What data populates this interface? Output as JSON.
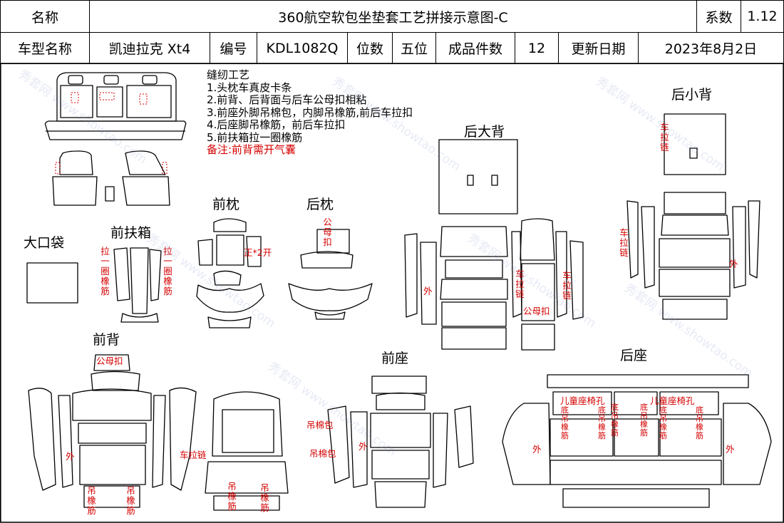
{
  "header": {
    "name_label": "名称",
    "title": "360航空软包坐垫套工艺拼接示意图-C",
    "coef_label": "系数",
    "coef_value": "1.12",
    "model_label": "车型名称",
    "model_value": "凯迪拉克 Xt4",
    "code_label": "编号",
    "code_value": "KDL1082Q",
    "seats_label": "位数",
    "seats_value": "五位",
    "pieces_label": "成品件数",
    "pieces_value": "12",
    "date_label": "更新日期",
    "date_value": "2023年8月2日"
  },
  "notes": {
    "title": "缝纫工艺",
    "items": [
      "1.头枕车真皮卡条",
      "2.前背、后背面与后车公母扣相粘",
      "3.前座外脚吊棉包，内脚吊橡筋,前后车拉扣",
      "4.后座脚吊橡筋，前后车拉扣",
      "5.前扶箱拉一圈橡筋"
    ],
    "remark": "备注:前背需开气囊"
  },
  "sections": {
    "big_pocket": "大口袋",
    "front_armrest": "前扶箱",
    "front_headrest": "前枕",
    "rear_headrest": "后枕",
    "rear_big_back": "后大背",
    "rear_small_back": "后小背",
    "front_back": "前背",
    "front_seat": "前座",
    "rear_seat": "后座"
  },
  "annotations": {
    "pull_elastic": "拉一圈橡筋",
    "zheng_2kai": "正*2开",
    "male_female_v": "公母扣",
    "outer": "外",
    "zipper_v": "车拉链",
    "male_female": "公母扣",
    "zipper_h": "车拉链",
    "hang_elastic": "吊橡筋",
    "hang_cotton": "吊棉包",
    "child_seat_hole": "儿童座椅孔",
    "bottom_elastic": "底吊橡筋"
  },
  "watermark": "秀套网 www.showtao.com"
}
